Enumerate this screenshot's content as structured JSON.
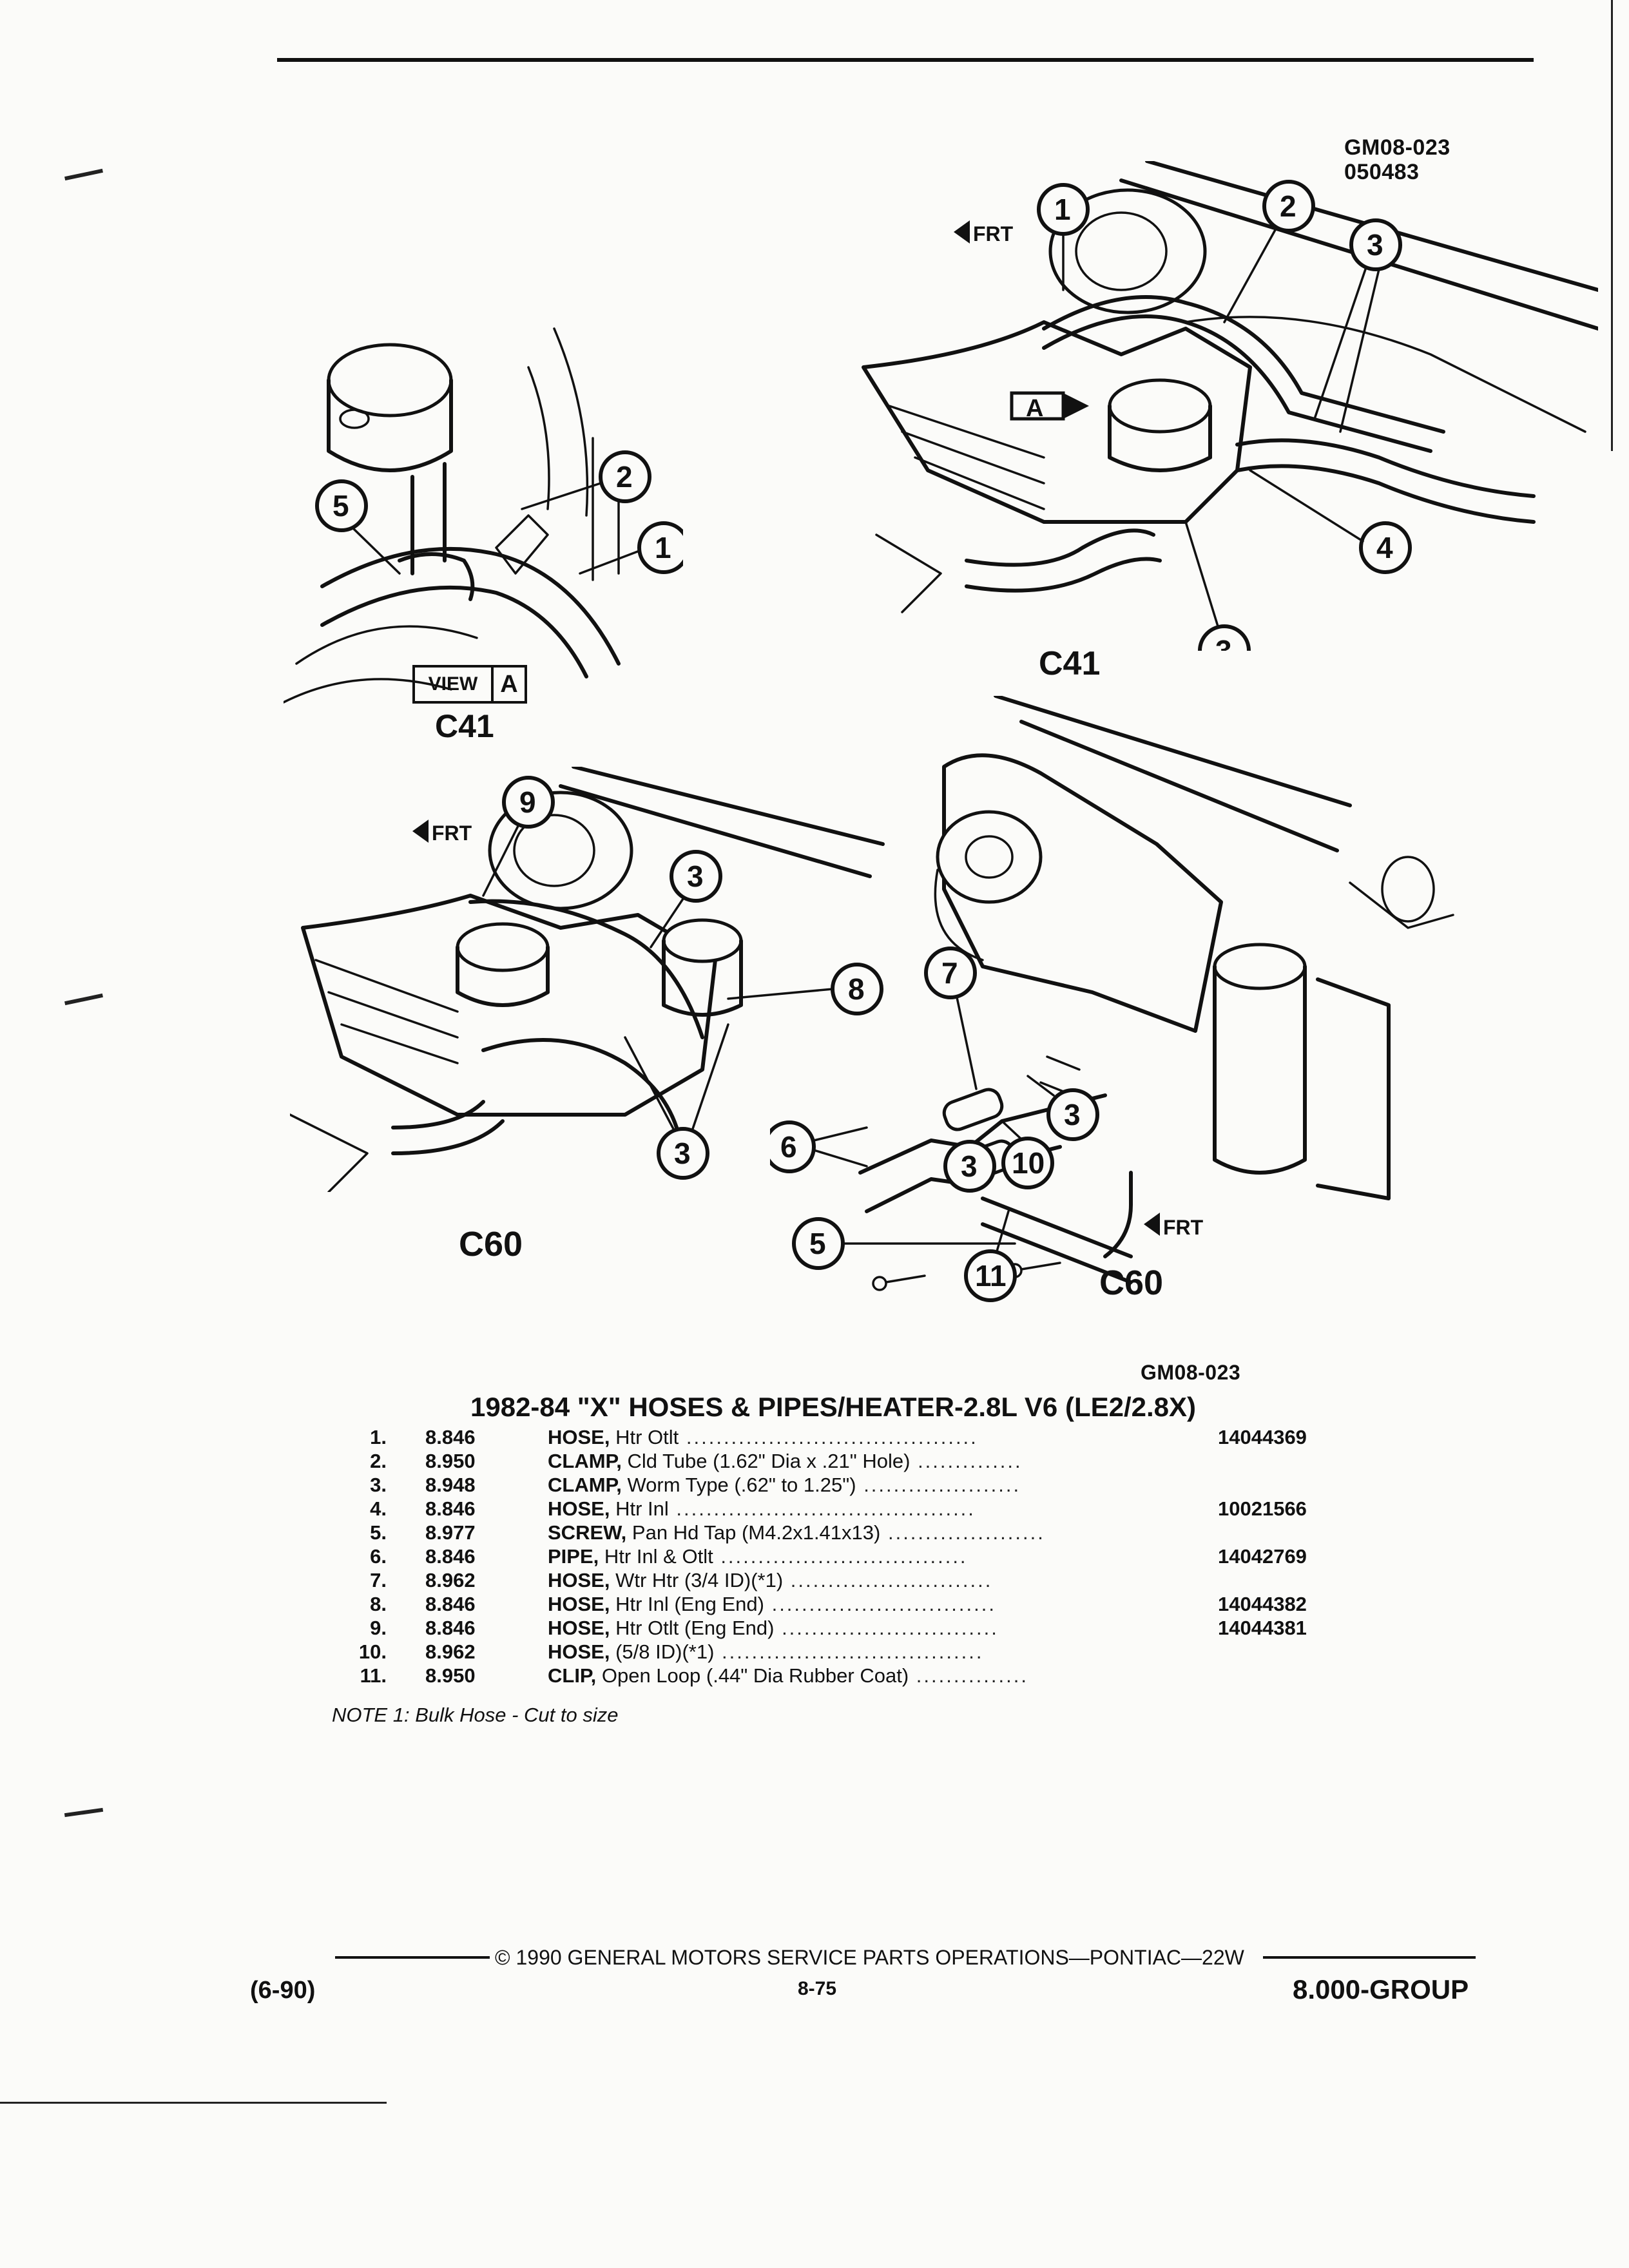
{
  "header": {
    "ref_code": "GM08-023",
    "ref_date": "050483"
  },
  "figures": {
    "fig_a": {
      "view_word": "VIEW",
      "view_letter": "A",
      "model": "C41"
    },
    "fig_b": {
      "model": "C41",
      "direction": "FRT",
      "inset_letter": "A"
    },
    "fig_c": {
      "model": "C60",
      "direction": "FRT"
    },
    "fig_d": {
      "model": "C60",
      "direction": "FRT"
    },
    "bottom_ref": "GM08-023"
  },
  "section_title": "1982-84 \"X\" HOSES & PIPES/HEATER-2.8L V6 (LE2/2.8X)",
  "parts": [
    {
      "index": "1.",
      "group": "8.846",
      "name": "HOSE,",
      "detail": "Htr Otlt",
      "part_no": "14044369"
    },
    {
      "index": "2.",
      "group": "8.950",
      "name": "CLAMP,",
      "detail": "Cld Tube (1.62\" Dia x .21\" Hole)",
      "part_no": ""
    },
    {
      "index": "3.",
      "group": "8.948",
      "name": "CLAMP,",
      "detail": "Worm Type (.62\" to 1.25\")",
      "part_no": ""
    },
    {
      "index": "4.",
      "group": "8.846",
      "name": "HOSE,",
      "detail": "Htr Inl",
      "part_no": "10021566"
    },
    {
      "index": "5.",
      "group": "8.977",
      "name": "SCREW,",
      "detail": "Pan Hd Tap (M4.2x1.41x13)",
      "part_no": ""
    },
    {
      "index": "6.",
      "group": "8.846",
      "name": "PIPE,",
      "detail": "Htr Inl & Otlt",
      "part_no": "14042769"
    },
    {
      "index": "7.",
      "group": "8.962",
      "name": "HOSE,",
      "detail": "Wtr Htr (3/4 ID)(*1)",
      "part_no": ""
    },
    {
      "index": "8.",
      "group": "8.846",
      "name": "HOSE,",
      "detail": "Htr Inl (Eng End)",
      "part_no": "14044382"
    },
    {
      "index": "9.",
      "group": "8.846",
      "name": "HOSE,",
      "detail": "Htr Otlt (Eng End)",
      "part_no": "14044381"
    },
    {
      "index": "10.",
      "group": "8.962",
      "name": "HOSE,",
      "detail": "(5/8 ID)(*1)",
      "part_no": ""
    },
    {
      "index": "11.",
      "group": "8.950",
      "name": "CLIP,",
      "detail": "Open Loop (.44\" Dia Rubber Coat)",
      "part_no": ""
    }
  ],
  "note": "NOTE 1: Bulk Hose - Cut to size",
  "footer": {
    "copyright": "© 1990 GENERAL MOTORS SERVICE PARTS OPERATIONS—PONTIAC—22W",
    "date": "(6-90)",
    "page": "8-75",
    "group": "8.000-GROUP"
  }
}
